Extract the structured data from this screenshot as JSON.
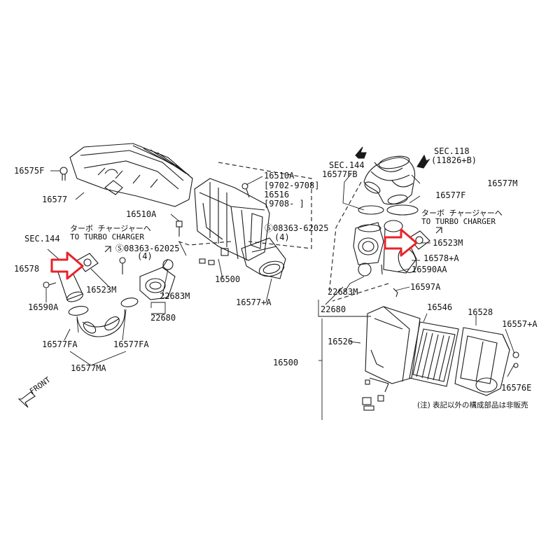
{
  "colors": {
    "line": "#1a1a1a",
    "arrow": "#e8232a",
    "paper": "#ffffff"
  },
  "labels": {
    "p16575F": "16575F",
    "p16577": "16577",
    "p16510A_top": "16510A",
    "p9702": "[9702-9708]",
    "p16516": "16516",
    "p9708": "[9708-      ]",
    "p16510A": "16510A",
    "p08363_mid": "08363-62025",
    "qty4_mid": "(4)",
    "sec144_left": "SEC.144",
    "turbo_jp_left": "ターボ チャージャーへ",
    "turbo_en_left": "TO TURBO CHARGER",
    "p08363_left": "08363-62025",
    "qty4_left": "(4)",
    "p16578": "16578",
    "p16523M_left": "16523M",
    "p16590A": "16590A",
    "p22683M_left": "22683M",
    "p22680_left": "22680",
    "p16500_mid": "16500",
    "p16577A": "16577+A",
    "p16577FA_1": "16577FA",
    "p16577FA_2": "16577FA",
    "p16577MA": "16577MA",
    "front": "FRONT",
    "sec144_right": "SEC.144",
    "p16577FB": "16577FB",
    "sec118": "SEC.118",
    "ref11826": "(11826+B)",
    "p16577M": "16577M",
    "p16577F": "16577F",
    "turbo_jp_right": "ターボ チャージャーへ",
    "turbo_en_right": "TO TURBO CHARGER",
    "p16523M_right": "16523M",
    "p16578A": "16578+A",
    "p16590AA": "16590AA",
    "p22683M_right": "22683M",
    "p22680_right": "22680",
    "p16597A": "16597A",
    "p16546": "16546",
    "p16528": "16528",
    "p16526": "16526",
    "p16557A": "16557+A",
    "p16500_right": "16500",
    "p16576E": "16576E",
    "note": "(注) 表記以外の構成部品は非販売"
  }
}
